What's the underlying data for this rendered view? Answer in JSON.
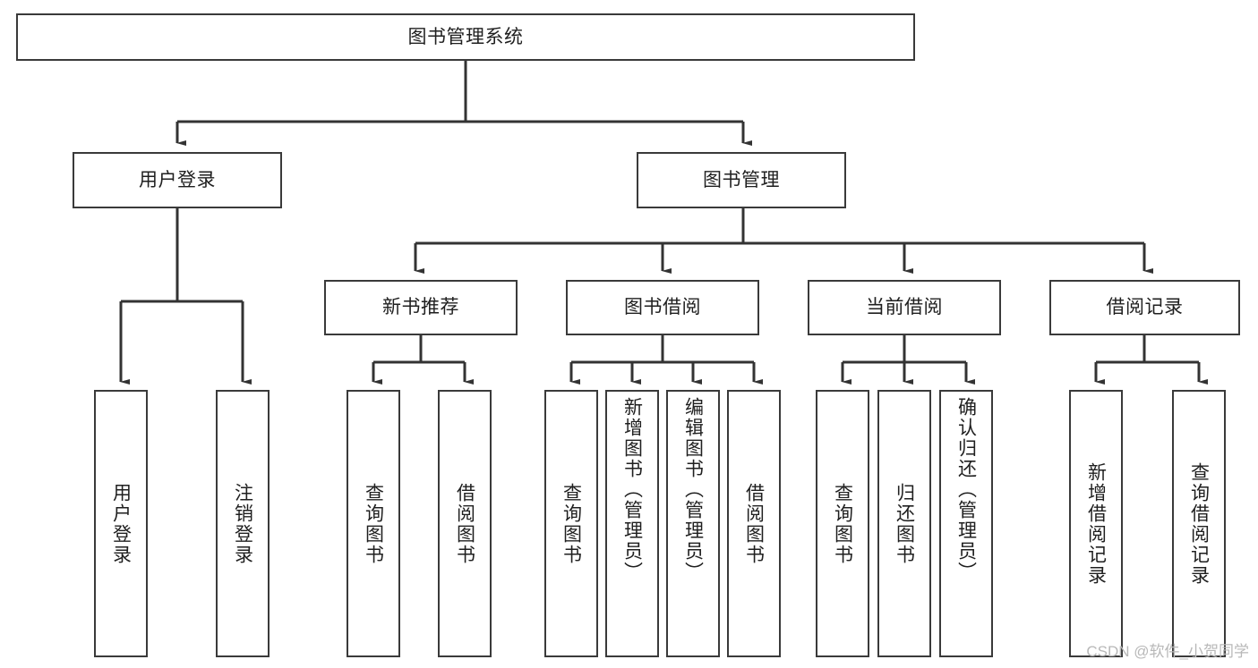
{
  "diagram": {
    "type": "tree-hierarchy",
    "title": "图书管理系统",
    "watermark": "CSDN @软件_小贺同学",
    "colors": {
      "background": "#ffffff",
      "box_border": "#3a3a3a",
      "box_fill": "#ffffff",
      "connector": "#333333",
      "text": "#1f1f1f",
      "watermark": "#b8b8b8"
    },
    "root": {
      "label": "图书管理系统",
      "orientation": "horizontal"
    },
    "level1": [
      {
        "label": "用户登录",
        "orientation": "horizontal"
      },
      {
        "label": "图书管理",
        "orientation": "horizontal"
      }
    ],
    "level2": [
      {
        "label": "新书推荐",
        "orientation": "horizontal"
      },
      {
        "label": "图书借阅",
        "orientation": "horizontal"
      },
      {
        "label": "当前借阅",
        "orientation": "horizontal"
      },
      {
        "label": "借阅记录",
        "orientation": "horizontal"
      }
    ],
    "leaves": {
      "user_login": [
        {
          "label": "用户登录",
          "orientation": "vertical"
        },
        {
          "label": "注销登录",
          "orientation": "vertical"
        }
      ],
      "new_book_recommend": [
        {
          "label": "查询图书",
          "orientation": "vertical"
        },
        {
          "label": "借阅图书",
          "orientation": "vertical"
        }
      ],
      "book_borrow": [
        {
          "label": "查询图书",
          "orientation": "vertical"
        },
        {
          "label": "新增图书（管理员）",
          "orientation": "vertical"
        },
        {
          "label": "编辑图书（管理员）",
          "orientation": "vertical"
        },
        {
          "label": "借阅图书",
          "orientation": "vertical"
        }
      ],
      "current_borrow": [
        {
          "label": "查询图书",
          "orientation": "vertical"
        },
        {
          "label": "归还图书",
          "orientation": "vertical"
        },
        {
          "label": "确认归还（管理员）",
          "orientation": "vertical"
        }
      ],
      "borrow_record": [
        {
          "label": "新增借阅记录",
          "orientation": "vertical"
        },
        {
          "label": "查询借阅记录",
          "orientation": "vertical"
        }
      ]
    }
  }
}
